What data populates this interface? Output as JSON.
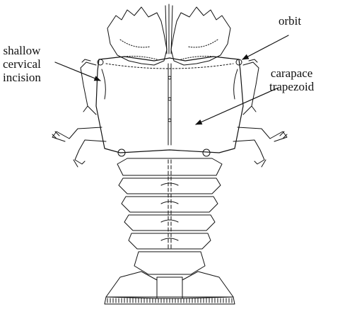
{
  "labels": {
    "orbit": [
      "orbit"
    ],
    "shallow_cervical_incision": [
      "shallow",
      "cervical",
      "incision"
    ],
    "carapace_trapezoid": [
      "carapace",
      "trapezoid"
    ]
  },
  "colors": {
    "ink": "#111111",
    "background": "#ffffff"
  }
}
